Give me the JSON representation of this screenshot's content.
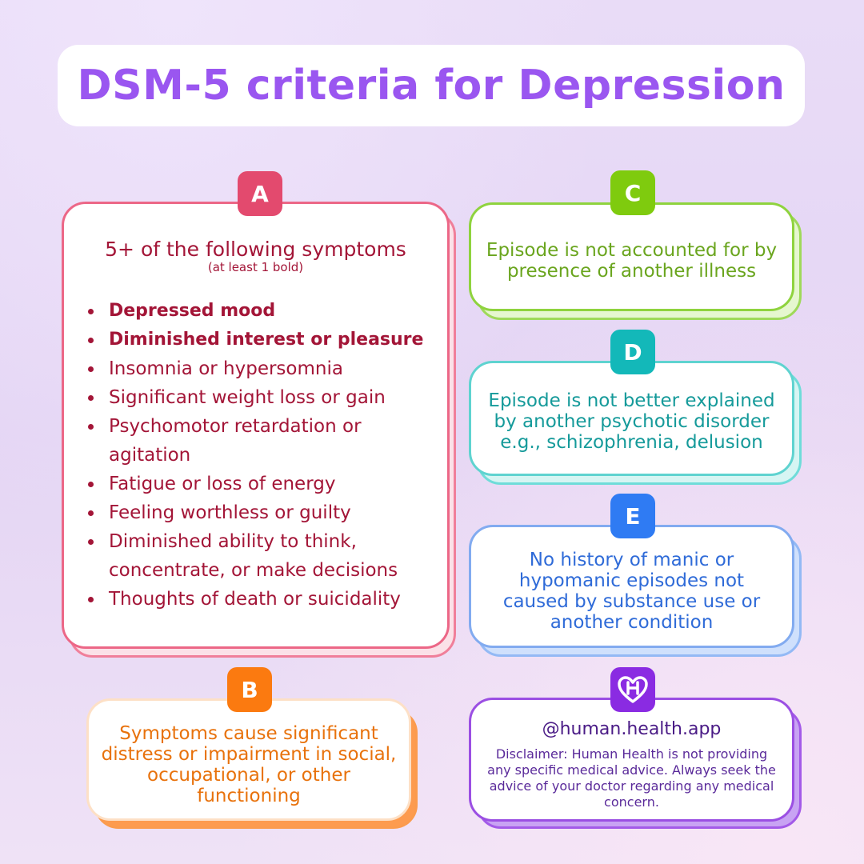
{
  "title": "DSM-5 criteria for Depression",
  "colors": {
    "title": "#9a56f0",
    "a": "#e34a6e",
    "b": "#fb7a10",
    "c": "#7fcb0e",
    "d": "#13b8b9",
    "e": "#2f7bf3",
    "brand": "#8a2be2"
  },
  "criteria": {
    "a": {
      "badge": "A",
      "heading": "5+ of the following symptoms",
      "subheading": "(at least 1 bold)",
      "symptoms": [
        "Depressed mood",
        "Diminished interest or pleasure",
        "Insomnia or hypersomnia",
        "Significant weight loss or gain",
        "Psychomotor retardation or agitation",
        "Fatigue or loss of energy",
        "Feeling worthless or guilty",
        "Diminished ability to think, concentrate, or make decisions",
        "Thoughts of death or suicidality"
      ]
    },
    "b": {
      "badge": "B",
      "text": "Symptoms cause significant distress or impairment in social, occupational, or other functioning"
    },
    "c": {
      "badge": "C",
      "text": "Episode is not accounted for by presence of another illness"
    },
    "d": {
      "badge": "D",
      "text": "Episode is not better explained by another psychotic disorder e.g., schizophrenia, delusion"
    },
    "e": {
      "badge": "E",
      "text": "No history of manic or hypomanic episodes not caused by substance use or another condition"
    }
  },
  "footer": {
    "logo_icon": "heart-h-logo-icon",
    "handle": "@human.health.app",
    "disclaimer": "Disclaimer: Human Health is not providing any specific medical advice. Always seek the advice of your doctor regarding any medical concern."
  }
}
